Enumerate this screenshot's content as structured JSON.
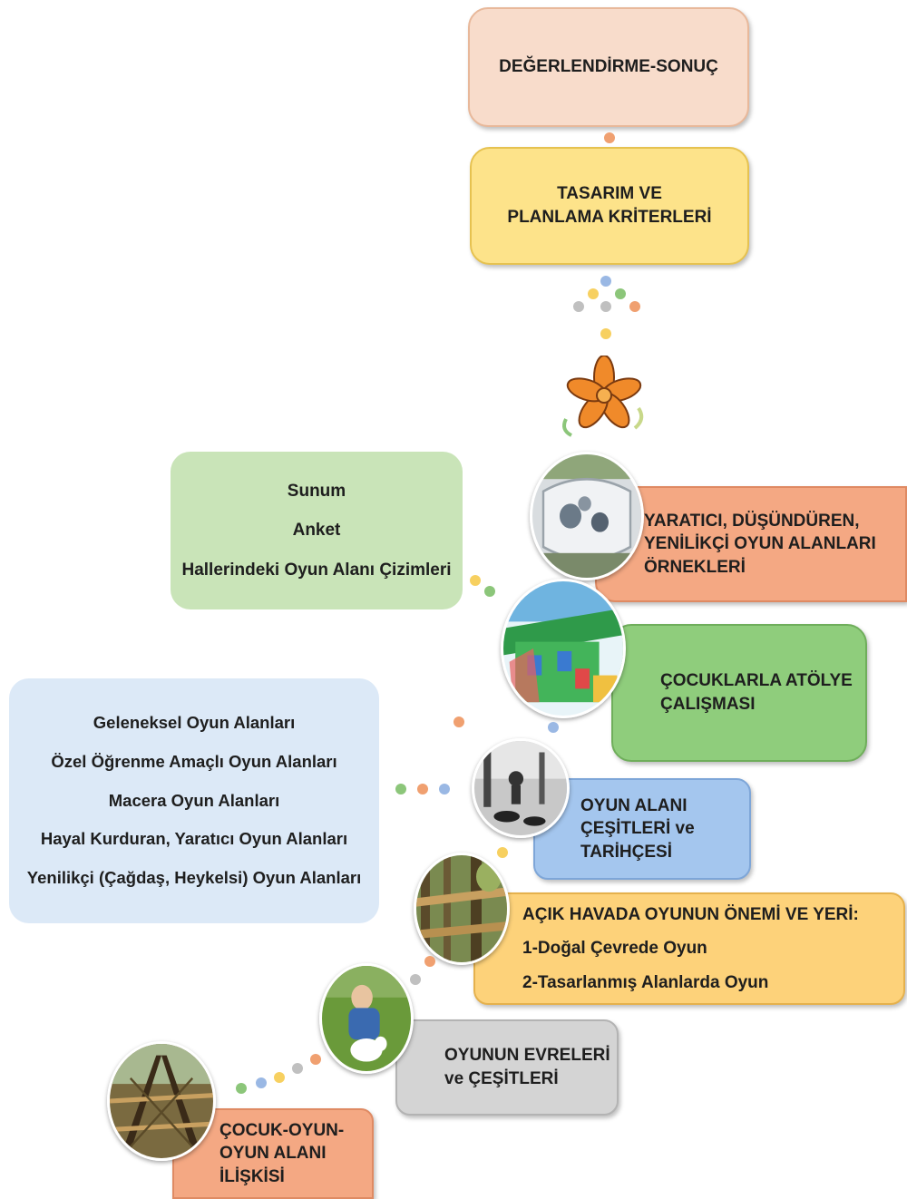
{
  "steps": {
    "evaluation": {
      "line1": "DEĞERLENDİRME-SONUÇ"
    },
    "design": {
      "line1": "TASARIM VE",
      "line2": "PLANLAMA KRİTERLERİ"
    },
    "examples": {
      "line1": "YARATICI, DÜŞÜNDÜREN,",
      "line2": "YENİLİKÇİ OYUN ALANLARI",
      "line3": "ÖRNEKLERİ"
    },
    "workshop": {
      "line1": "ÇOCUKLARLA ATÖLYE",
      "line2": "ÇALIŞMASI"
    },
    "types": {
      "line1": "OYUN ALANI",
      "line2": "ÇEŞİTLERİ ve",
      "line3": "TARİHÇESİ"
    },
    "outdoor": {
      "line1": "AÇIK HAVADA OYUNUN ÖNEMİ VE YERİ:",
      "line2": "1-Doğal Çevrede Oyun",
      "line3": "2-Tasarlanmış Alanlarda Oyun"
    },
    "stages": {
      "line1": "OYUNUN EVRELERİ",
      "line2": "ve ÇEŞİTLERİ"
    },
    "relation": {
      "line1": "ÇOCUK-OYUN-",
      "line2": "OYUN ALANI",
      "line3": "İLİŞKİSİ"
    }
  },
  "workshop_items": [
    "Sunum",
    "Anket",
    "Hallerindeki Oyun Alanı Çizimleri"
  ],
  "playground_types": [
    "Geleneksel Oyun Alanları",
    "Özel Öğrenme Amaçlı Oyun Alanları",
    "Macera Oyun Alanları",
    "Hayal Kurduran, Yaratıcı Oyun Alanları",
    "Yenilikçi (Çağdaş, Heykelsi) Oyun Alanları"
  ],
  "colors": {
    "peach": "#f8dccb",
    "yellow": "#fde38a",
    "light_green": "#c9e4b8",
    "light_blue": "#dce9f7",
    "salmon": "#f4a883",
    "green": "#8fcd7c",
    "sky": "#a4c6ee",
    "gold": "#fdd27a",
    "grey": "#d4d4d4",
    "dot_orange": "#f0a070",
    "dot_yellow": "#f7d060",
    "dot_green": "#8cc67a",
    "dot_blue": "#9ab8e4",
    "dot_grey": "#c0c0c0"
  },
  "icons": [
    "flower-icon"
  ]
}
